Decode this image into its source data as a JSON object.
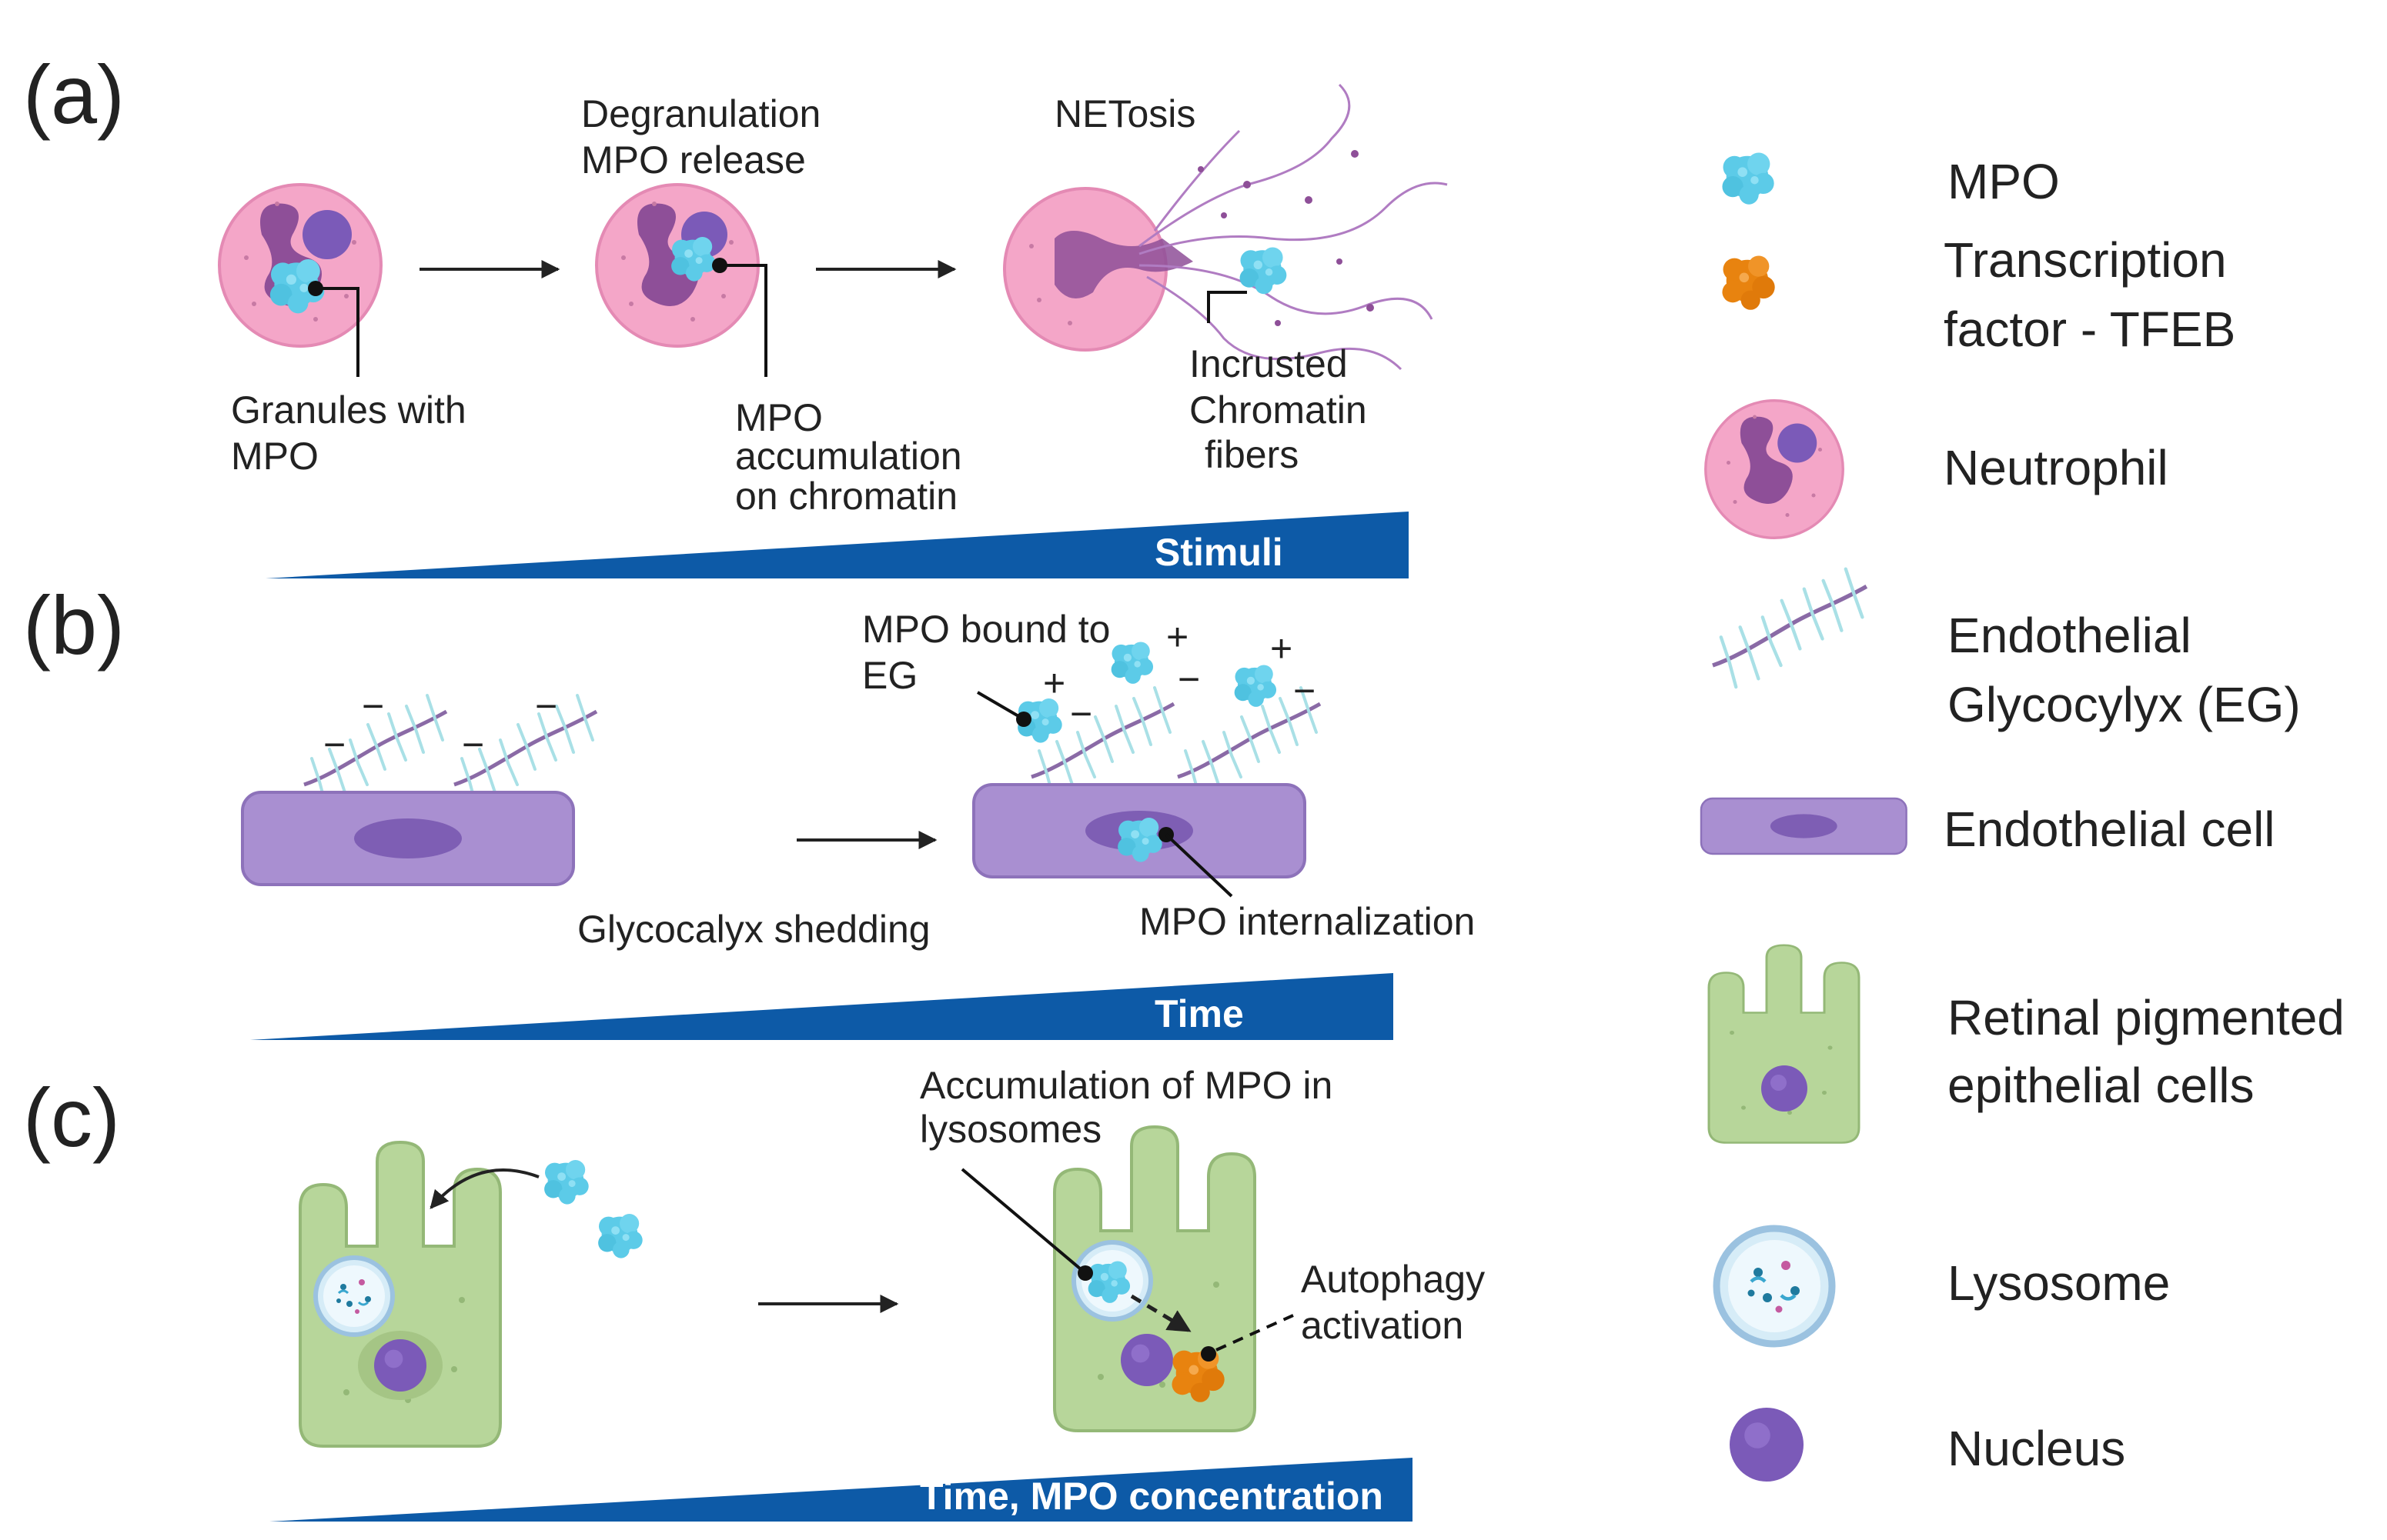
{
  "colors": {
    "mpo": "#5ccbe8",
    "tfeb": "#e8830f",
    "neutrophil_cytoplasm": "#f4a6c8",
    "neutrophil_nucleus": "#8e4f98",
    "endothelial_cell": "#a98fd1",
    "glycocalyx_strand": "#a9e0e6",
    "glycocalyx_backbone": "#8a6aa6",
    "rpe_cell": "#b7d69a",
    "nucleus": "#7b5ab8",
    "wedge": "#0d5aa7"
  },
  "panels": {
    "a": {
      "label": "(a)",
      "degranulation": "Degranulation",
      "mpo_release": "MPO release",
      "netosis": "NETosis",
      "granules_1": "Granules with",
      "granules_2": "MPO",
      "accum_1": "MPO",
      "accum_2": "accumulation",
      "accum_3": "on chromatin",
      "incrusted_1": "Incrusted",
      "incrusted_2": "Chromatin",
      "incrusted_3": "fibers",
      "wedge": "Stimuli"
    },
    "b": {
      "label": "(b)",
      "bound_1": "MPO bound to",
      "bound_2": "EG",
      "shedding": "Glycocalyx shedding",
      "internalization": "MPO internalization",
      "wedge": "Time",
      "plus": "+",
      "minus": "−"
    },
    "c": {
      "label": "(c)",
      "lyso_1": "Accumulation of MPO in",
      "lyso_2": "lysosomes",
      "auto_1": "Autophagy",
      "auto_2": "activation",
      "wedge": "Time, MPO concentration"
    }
  },
  "legend": {
    "mpo": "MPO",
    "tfeb_1": "Transcription",
    "tfeb_2": "factor - TFEB",
    "neutrophil": "Neutrophil",
    "eg_1": "Endothelial",
    "eg_2": "Glycocylyx (EG)",
    "endo_cell": "Endothelial cell",
    "rpe_1": "Retinal pigmented",
    "rpe_2": "epithelial cells",
    "lysosome": "Lysosome",
    "nucleus": "Nucleus"
  }
}
